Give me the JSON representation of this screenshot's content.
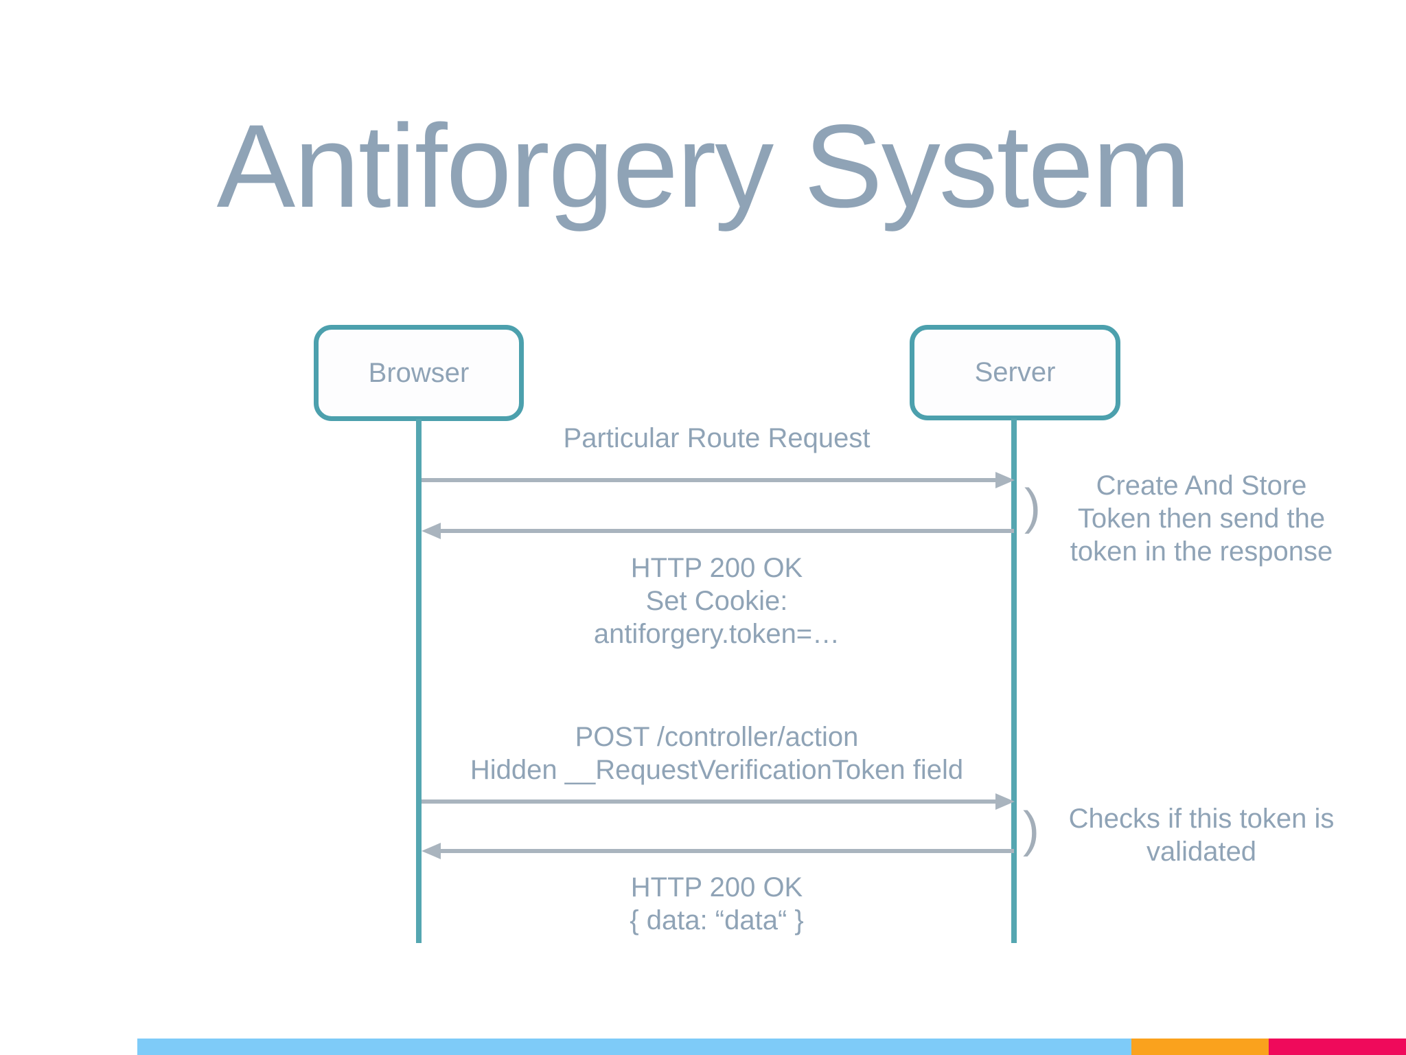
{
  "slide": {
    "title": "Antiforgery System"
  },
  "actors": {
    "browser": {
      "label": "Browser"
    },
    "server": {
      "label": "Server"
    }
  },
  "messages": {
    "m1": {
      "line1": "Particular Route Request"
    },
    "m2": {
      "line1": "HTTP 200 OK",
      "line2": "Set Cookie:",
      "line3": "antiforgery.token=…"
    },
    "m3": {
      "line1": "POST /controller/action",
      "line2": "Hidden __RequestVerificationToken field"
    },
    "m4": {
      "line1": "HTTP 200 OK",
      "line2": "{ data: “data“ }"
    }
  },
  "notes": {
    "bracket_glyph": ")",
    "n1": {
      "line1": "Create And Store",
      "line2": "Token then send the",
      "line3": "token in the response"
    },
    "n2": {
      "line1": "Checks if this token is",
      "line2": "validated"
    }
  },
  "colors": {
    "actor_border_teal": "#4CA0AD",
    "lifeline_teal": "#55A6B1",
    "arrow_gray": "#A9B4BE",
    "text_blue_gray": "#8FA3B6",
    "footer_blue": "#7ECBF8",
    "footer_orange": "#FAA21D",
    "footer_crimson": "#EF0A5B"
  },
  "footer": {
    "segments": [
      "blue",
      "orange",
      "crimson"
    ]
  }
}
